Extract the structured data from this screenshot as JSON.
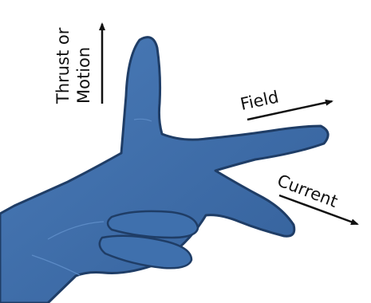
{
  "labels": {
    "thrust_line1": "Thrust or",
    "thrust_line2": "Motion",
    "field": "Field",
    "current": "Current"
  },
  "colors": {
    "hand_fill": "#3c6aa6",
    "hand_outline": "#1f3d66",
    "arrow": "#111111",
    "background": "#ffffff"
  }
}
